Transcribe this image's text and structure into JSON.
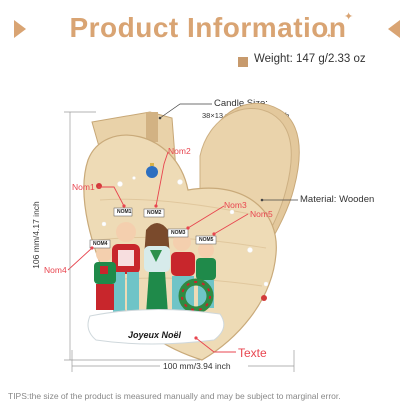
{
  "header": {
    "title": "Product Information"
  },
  "specs": {
    "weight": "Weight: 147 g/2.33 oz",
    "candle_size_title": "Candle Size:",
    "candle_size_value": "38×13 mm/1.49×0.51 inch",
    "material": "Material: Wooden"
  },
  "dimensions": {
    "height": "106 mm/4.17 inch",
    "width": "100 mm/3.94 inch"
  },
  "callouts": {
    "nom1": "Nom1",
    "nom2": "Nom2",
    "nom3": "Nom3",
    "nom4": "Nom4",
    "nom5": "Nom5",
    "texte": "Texte"
  },
  "figurine": {
    "banner_text": "Joyeux Noël",
    "tag1": "NOM1",
    "tag2": "NOM2",
    "tag3": "NOM3",
    "tag4": "NOM4",
    "tag5": "NOM5"
  },
  "footer": {
    "tips": "TIPS:the size of the product is measured manually and may be subject to marginal error."
  },
  "colors": {
    "accent": "#d9a473",
    "callout": "#e8454f",
    "wood": "#e9d2a9"
  }
}
